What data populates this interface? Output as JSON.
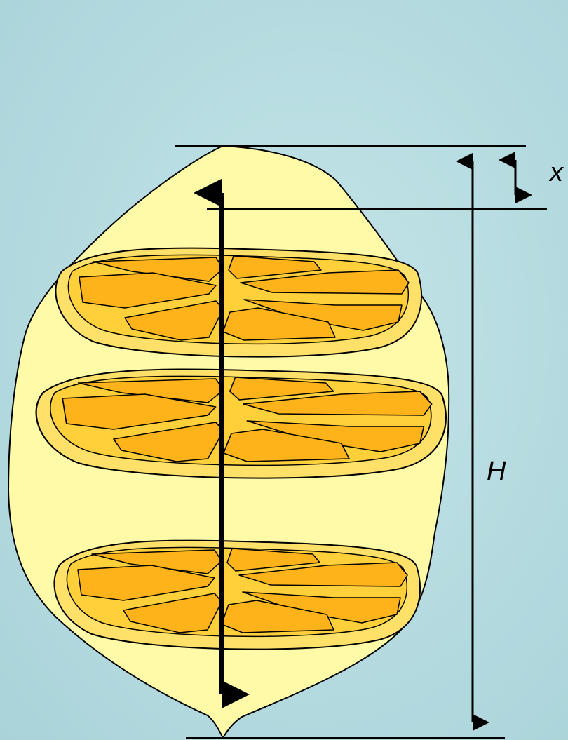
{
  "figure": {
    "background_color": "#b5dbe0",
    "lemon_fill": "#fffaa8",
    "slice_rind_color": "#ffe16a",
    "segment_color": "#ffb31a",
    "outline_color": "#000000"
  },
  "labels": {
    "depth": "x",
    "height": "H"
  },
  "slices": [
    {
      "name": "top-slice"
    },
    {
      "name": "middle-slice"
    },
    {
      "name": "bottom-slice"
    }
  ]
}
